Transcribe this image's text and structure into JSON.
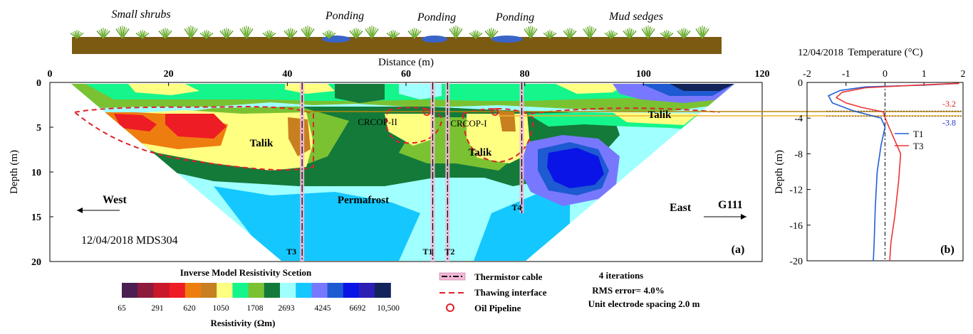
{
  "scene": {
    "labels": [
      "Small shrubs",
      "Ponding",
      "Ponding",
      "Ponding",
      "Mud sedges"
    ],
    "ground_color": "#7b5a12",
    "water_color": "#3a64c8"
  },
  "section": {
    "xaxis_title": "Distance (m)",
    "yaxis_title": "Depth (m)",
    "xticks": [
      "0",
      "20",
      "40",
      "60",
      "80",
      "100",
      "120"
    ],
    "yticks": [
      "0",
      "5",
      "10",
      "15",
      "20"
    ],
    "xlim": [
      0,
      120
    ],
    "ylim": [
      0,
      20
    ],
    "annotations": {
      "talik_left": "Talik",
      "talik_mid": "Talik",
      "talik_right": "Talik",
      "permafrost": "Permafrost",
      "west": "West",
      "east": "East",
      "road": "G111",
      "survey": "12/04/2018 MDS304",
      "panel": "(a)",
      "crcop2": "CRCOP-II",
      "crcop1": "CRCOP-I"
    },
    "thermistors": [
      {
        "label": "T3",
        "distance": 42.5
      },
      {
        "label": "T1",
        "distance": 64.5
      },
      {
        "label": "T2",
        "distance": 67.0
      },
      {
        "label": "T4",
        "distance": 79.5
      }
    ],
    "pipelines": [
      {
        "name": "CRCOP-II",
        "distance": 63.5,
        "depth": 3.3
      },
      {
        "name": "CRCOP-I",
        "distance": 75.0,
        "depth": 3.3
      }
    ]
  },
  "colorbar": {
    "title": "Inverse Model Resistivity Scetion",
    "label": "Resistivity (Ωm)",
    "colors": [
      "#4b1f52",
      "#8d1b3d",
      "#c8182a",
      "#ee1c24",
      "#ee7d10",
      "#c87f20",
      "#ffff82",
      "#14f58c",
      "#7ac232",
      "#137a3a",
      "#a0ffff",
      "#14c8ff",
      "#7878ff",
      "#1e5ad2",
      "#0a14e6",
      "#2d1eb4",
      "#122459"
    ],
    "tick_labels": [
      "65",
      "291",
      "620",
      "1050",
      "1708",
      "2693",
      "4245",
      "6692",
      "10,500"
    ]
  },
  "legend": {
    "items": [
      "Thermistor cable",
      "Thawing interface",
      "Oil Pipeline"
    ],
    "stats": [
      "4 iterations",
      "RMS error= 4.0%",
      "Unit electrode spacing 2.0 m"
    ]
  },
  "chart_data": {
    "type": "line",
    "date": "12/04/2018",
    "title": "Temperature (°C)",
    "xlabel": "Temperature (°C)",
    "ylabel": "Depth (m)",
    "xlim": [
      -2,
      2
    ],
    "ylim": [
      -20,
      0
    ],
    "xticks": [
      "-2",
      "-1",
      "0",
      "1",
      "2"
    ],
    "yticks": [
      "0",
      "-4",
      "-8",
      "-12",
      "-16",
      "-20"
    ],
    "panel": "(b)",
    "markers": [
      {
        "depth": -3.2,
        "label": "-3.2",
        "color": "#e02020"
      },
      {
        "depth": -3.8,
        "label": "-3.8",
        "color": "#2030c8"
      }
    ],
    "series": [
      {
        "name": "T1",
        "color": "#1f5fd6",
        "points": [
          [
            1.9,
            -0.1
          ],
          [
            1.0,
            -0.3
          ],
          [
            -0.5,
            -0.5
          ],
          [
            -1.15,
            -0.9
          ],
          [
            -1.45,
            -1.5
          ],
          [
            -1.35,
            -2.3
          ],
          [
            -0.8,
            -3.2
          ],
          [
            -0.1,
            -4.0
          ],
          [
            0.0,
            -5.0
          ],
          [
            -0.1,
            -7.0
          ],
          [
            -0.2,
            -10.0
          ],
          [
            -0.25,
            -14.0
          ],
          [
            -0.28,
            -18.0
          ],
          [
            -0.3,
            -20.0
          ]
        ]
      },
      {
        "name": "T3",
        "color": "#ec3535",
        "points": [
          [
            1.9,
            -0.1
          ],
          [
            0.8,
            -0.3
          ],
          [
            -0.5,
            -0.6
          ],
          [
            -1.1,
            -1.1
          ],
          [
            -1.25,
            -1.7
          ],
          [
            -1.0,
            -2.3
          ],
          [
            -0.6,
            -2.8
          ],
          [
            -0.05,
            -3.3
          ],
          [
            0.05,
            -4.5
          ],
          [
            0.2,
            -6.0
          ],
          [
            0.4,
            -8.0
          ],
          [
            0.35,
            -11.0
          ],
          [
            0.25,
            -15.0
          ],
          [
            0.15,
            -18.0
          ],
          [
            0.12,
            -20.0
          ]
        ]
      }
    ]
  }
}
